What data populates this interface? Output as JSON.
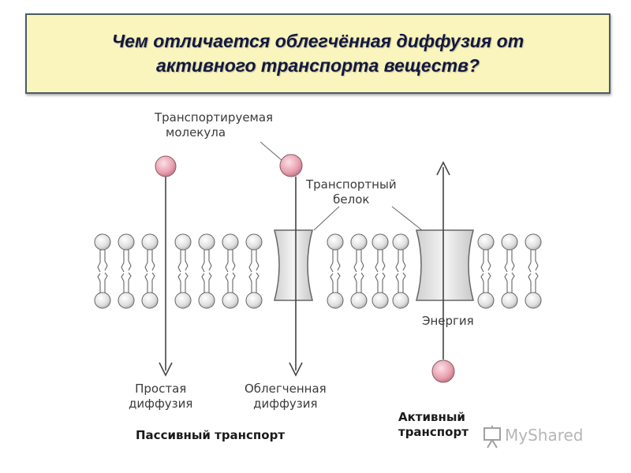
{
  "title": {
    "line1": "Чем отличается облегчённая диффузия от",
    "line2": "активного транспорта веществ?"
  },
  "labels": {
    "transported_molecule_1": "Транспортируемая",
    "transported_molecule_2": "молекула",
    "transport_protein_1": "Транспортный",
    "transport_protein_2": "белок",
    "energy": "Энергия",
    "simple_diffusion_1": "Простая",
    "simple_diffusion_2": "диффузия",
    "facilitated_diffusion_1": "Облегченная",
    "facilitated_diffusion_2": "диффузия",
    "passive_transport": "Пассивный транспорт",
    "active_transport_1": "Активный",
    "active_transport_2": "транспорт"
  },
  "watermark": {
    "text": "MyShared"
  },
  "colors": {
    "title_bg": "#faf5bd",
    "title_border": "#4b5c66",
    "molecule": "#e9a0b0",
    "line": "#555555"
  }
}
